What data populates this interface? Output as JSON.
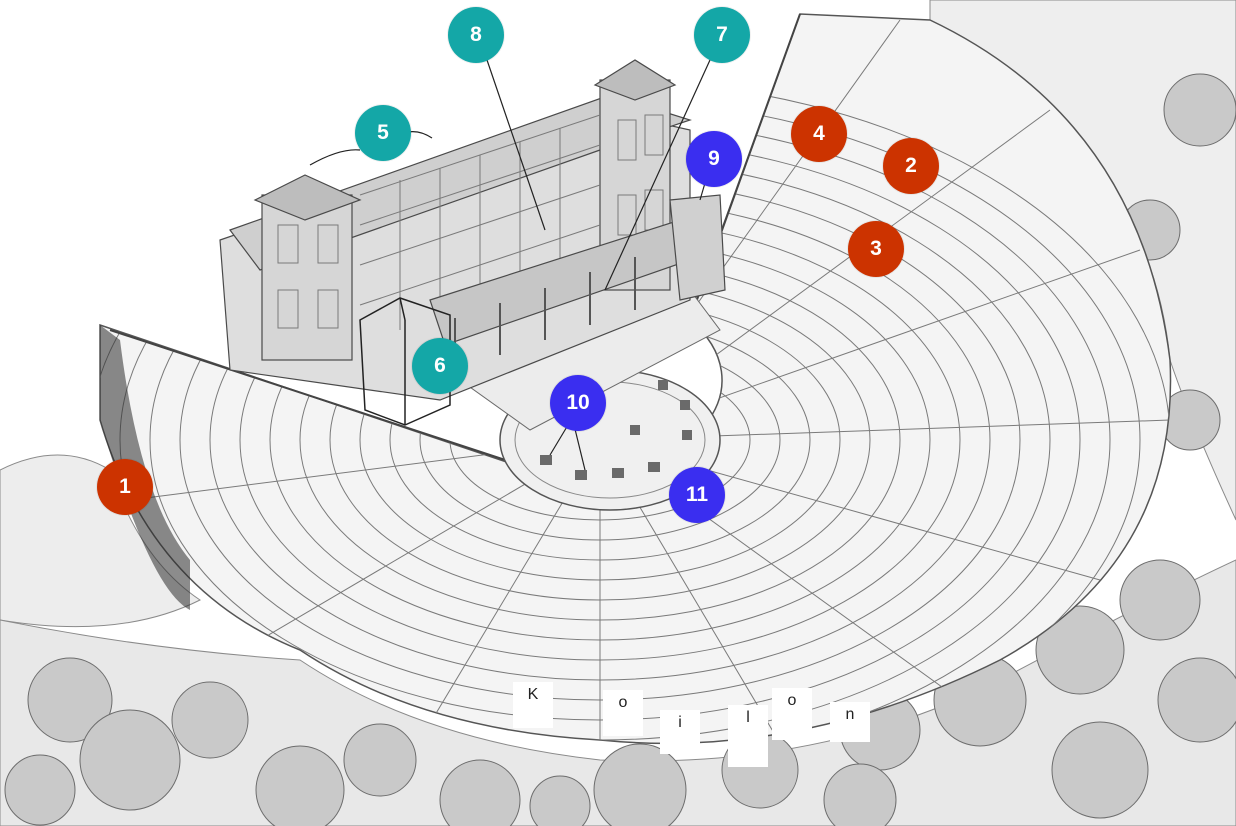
{
  "colors": {
    "red": "#cc3300",
    "teal": "#14a7a7",
    "blue": "#3a2ef0"
  },
  "markers": [
    {
      "label": "1",
      "color": "red"
    },
    {
      "label": "2",
      "color": "red"
    },
    {
      "label": "3",
      "color": "red"
    },
    {
      "label": "4",
      "color": "red"
    },
    {
      "label": "5",
      "color": "teal"
    },
    {
      "label": "6",
      "color": "teal"
    },
    {
      "label": "7",
      "color": "teal"
    },
    {
      "label": "8",
      "color": "teal"
    },
    {
      "label": "9",
      "color": "blue"
    },
    {
      "label": "10",
      "color": "blue"
    },
    {
      "label": "11",
      "color": "blue"
    }
  ],
  "koilon_letters": [
    "K",
    "o",
    "i",
    "l",
    "o",
    "n"
  ]
}
